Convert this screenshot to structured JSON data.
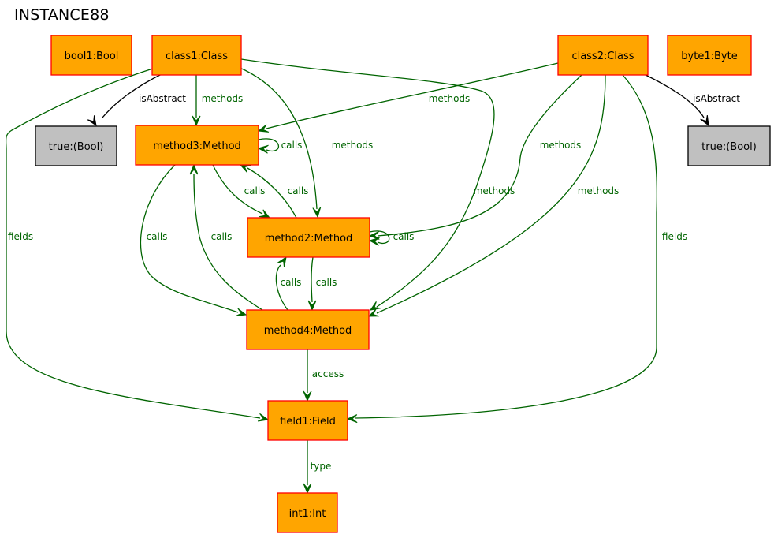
{
  "title": "INSTANCE88",
  "colors": {
    "object_fill": "#ffa500",
    "object_border": "#ff0000",
    "value_fill": "#c0c0c0",
    "value_border": "#000000",
    "relation_edge": "#006400",
    "attribute_edge": "#000000"
  },
  "nodes": [
    {
      "id": "bool1",
      "label": "bool1:Bool",
      "kind": "object"
    },
    {
      "id": "class1",
      "label": "class1:Class",
      "kind": "object"
    },
    {
      "id": "class2",
      "label": "class2:Class",
      "kind": "object"
    },
    {
      "id": "byte1",
      "label": "byte1:Byte",
      "kind": "object"
    },
    {
      "id": "true1",
      "label": "true:(Bool)",
      "kind": "value"
    },
    {
      "id": "true2",
      "label": "true:(Bool)",
      "kind": "value"
    },
    {
      "id": "method3",
      "label": "method3:Method",
      "kind": "object"
    },
    {
      "id": "method2",
      "label": "method2:Method",
      "kind": "object"
    },
    {
      "id": "method4",
      "label": "method4:Method",
      "kind": "object"
    },
    {
      "id": "field1",
      "label": "field1:Field",
      "kind": "object"
    },
    {
      "id": "int1",
      "label": "int1:Int",
      "kind": "object"
    }
  ],
  "edges": [
    {
      "id": "e1",
      "from": "class1",
      "to": "true1",
      "label": "isAbstract",
      "kind": "attribute"
    },
    {
      "id": "e2",
      "from": "class1",
      "to": "method3",
      "label": "methods",
      "kind": "relation"
    },
    {
      "id": "e3",
      "from": "class1",
      "to": "method2",
      "label": "methods",
      "kind": "relation"
    },
    {
      "id": "e4",
      "from": "class1",
      "to": "method4",
      "label": "methods",
      "kind": "relation"
    },
    {
      "id": "e5",
      "from": "class1",
      "to": "field1",
      "label": "fields",
      "kind": "relation"
    },
    {
      "id": "e6",
      "from": "class2",
      "to": "true2",
      "label": "isAbstract",
      "kind": "attribute"
    },
    {
      "id": "e7",
      "from": "class2",
      "to": "method3",
      "label": "methods",
      "kind": "relation"
    },
    {
      "id": "e8",
      "from": "class2",
      "to": "method2",
      "label": "methods",
      "kind": "relation"
    },
    {
      "id": "e9",
      "from": "class2",
      "to": "method4",
      "label": "methods",
      "kind": "relation"
    },
    {
      "id": "e10",
      "from": "class2",
      "to": "field1",
      "label": "fields",
      "kind": "relation"
    },
    {
      "id": "e11",
      "from": "method3",
      "to": "method3",
      "label": "calls",
      "kind": "relation"
    },
    {
      "id": "e12",
      "from": "method3",
      "to": "method2",
      "label": "calls",
      "kind": "relation"
    },
    {
      "id": "e13",
      "from": "method2",
      "to": "method3",
      "label": "calls",
      "kind": "relation"
    },
    {
      "id": "e14",
      "from": "method3",
      "to": "method4",
      "label": "calls",
      "kind": "relation"
    },
    {
      "id": "e15",
      "from": "method4",
      "to": "method3",
      "label": "calls",
      "kind": "relation"
    },
    {
      "id": "e16",
      "from": "method2",
      "to": "method2",
      "label": "calls",
      "kind": "relation"
    },
    {
      "id": "e17",
      "from": "method2",
      "to": "method4",
      "label": "calls",
      "kind": "relation"
    },
    {
      "id": "e18",
      "from": "method4",
      "to": "method2",
      "label": "calls",
      "kind": "relation"
    },
    {
      "id": "e19",
      "from": "method4",
      "to": "field1",
      "label": "access",
      "kind": "relation"
    },
    {
      "id": "e20",
      "from": "field1",
      "to": "int1",
      "label": "type",
      "kind": "relation"
    }
  ]
}
